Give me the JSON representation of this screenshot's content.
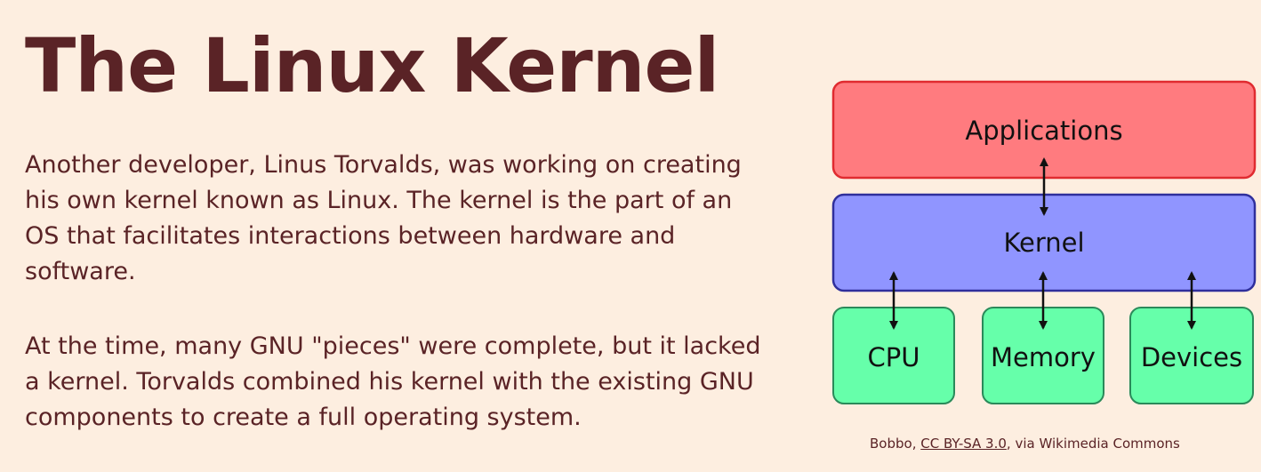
{
  "slide": {
    "title": "The Linux Kernel",
    "paragraphs": [
      "Another developer, Linus Torvalds, was working on creating his own kernel known as Linux.  The kernel is the part of an OS that facilitates interactions between hardware and software.",
      "At the time, many GNU \"pieces\" were complete, but it lacked a kernel.  Torvalds combined his kernel with the existing GNU components to create a full operating system."
    ],
    "colors": {
      "background": "#fdeee0",
      "text": "#5a2326"
    }
  },
  "diagram": {
    "layers": {
      "applications": {
        "label": "Applications",
        "fill": "#ff7b7f",
        "stroke": "#e02b30"
      },
      "kernel": {
        "label": "Kernel",
        "fill": "#9095ff",
        "stroke": "#2f2f9c"
      }
    },
    "hardware": [
      {
        "label": "CPU",
        "fill": "#66ffaa",
        "stroke": "#2a8a5a"
      },
      {
        "label": "Memory",
        "fill": "#66ffaa",
        "stroke": "#2a8a5a"
      },
      {
        "label": "Devices",
        "fill": "#66ffaa",
        "stroke": "#2a8a5a"
      }
    ],
    "edges": [
      {
        "from": "Applications",
        "to": "Kernel",
        "direction": "both"
      },
      {
        "from": "Kernel",
        "to": "CPU",
        "direction": "both"
      },
      {
        "from": "Kernel",
        "to": "Memory",
        "direction": "both"
      },
      {
        "from": "Kernel",
        "to": "Devices",
        "direction": "both"
      }
    ]
  },
  "credit": {
    "author": "Bobbo,",
    "license": "CC BY-SA 3.0",
    "source": ", via Wikimedia Commons"
  }
}
